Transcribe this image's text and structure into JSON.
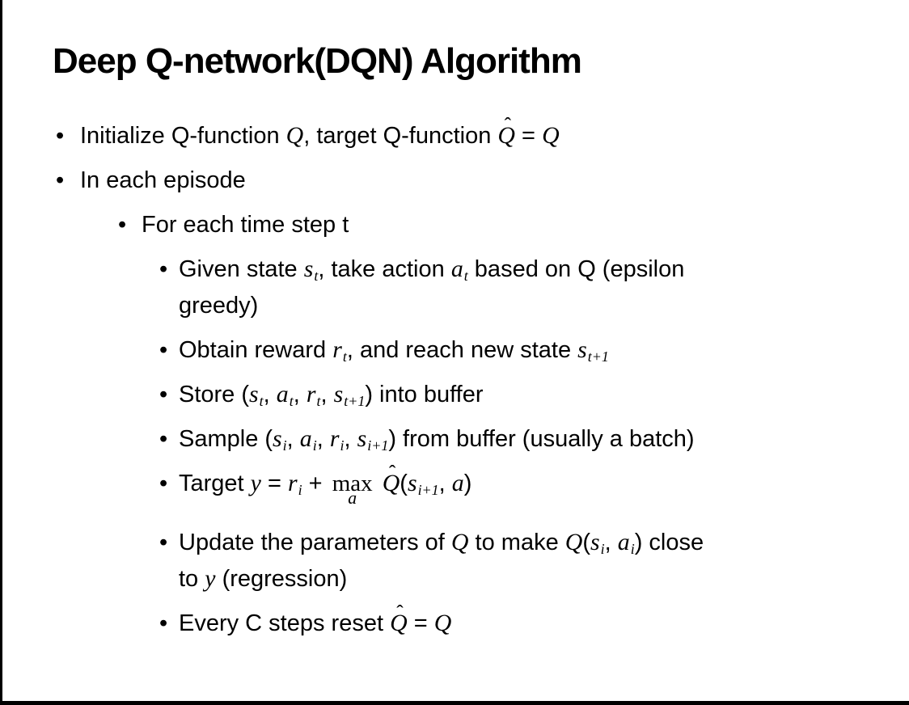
{
  "slide": {
    "title": "Deep Q-network(DQN) Algorithm",
    "bullet_glyph": "•",
    "colors": {
      "text": "#000000",
      "background": "#ffffff",
      "border": "#000000"
    },
    "bullets": [
      {
        "level": 1,
        "seg": [
          {
            "t": "txt",
            "v": "Initialize Q-function "
          },
          {
            "t": "var",
            "v": "Q"
          },
          {
            "t": "txt",
            "v": ", target Q-function "
          },
          {
            "t": "hat",
            "v": "Q"
          },
          {
            "t": "txt",
            "v": " = "
          },
          {
            "t": "var",
            "v": "Q"
          }
        ]
      },
      {
        "level": 1,
        "seg": [
          {
            "t": "txt",
            "v": "In each episode"
          }
        ]
      },
      {
        "level": 2,
        "seg": [
          {
            "t": "txt",
            "v": "For each time step t"
          }
        ]
      },
      {
        "level": 3,
        "seg": [
          {
            "t": "txt",
            "v": "Given state "
          },
          {
            "t": "vs",
            "v": "s",
            "s": "t"
          },
          {
            "t": "txt",
            "v": ", take action "
          },
          {
            "t": "vs",
            "v": "a",
            "s": "t"
          },
          {
            "t": "txt",
            "v": " based on Q (epsilon"
          },
          {
            "t": "br"
          },
          {
            "t": "txt",
            "v": "greedy)"
          }
        ]
      },
      {
        "level": 3,
        "seg": [
          {
            "t": "txt",
            "v": "Obtain reward "
          },
          {
            "t": "vs",
            "v": "r",
            "s": "t"
          },
          {
            "t": "txt",
            "v": ", and reach new state "
          },
          {
            "t": "vs",
            "v": "s",
            "s": "t+1"
          }
        ]
      },
      {
        "level": 3,
        "seg": [
          {
            "t": "txt",
            "v": "Store ("
          },
          {
            "t": "vs",
            "v": "s",
            "s": "t"
          },
          {
            "t": "txt",
            "v": ", "
          },
          {
            "t": "vs",
            "v": "a",
            "s": "t"
          },
          {
            "t": "txt",
            "v": ", "
          },
          {
            "t": "vs",
            "v": "r",
            "s": "t"
          },
          {
            "t": "txt",
            "v": ", "
          },
          {
            "t": "vs",
            "v": "s",
            "s": "t+1"
          },
          {
            "t": "txt",
            "v": ") into buffer"
          }
        ]
      },
      {
        "level": 3,
        "seg": [
          {
            "t": "txt",
            "v": "Sample ("
          },
          {
            "t": "vs",
            "v": "s",
            "s": "i"
          },
          {
            "t": "txt",
            "v": ", "
          },
          {
            "t": "vs",
            "v": "a",
            "s": "i"
          },
          {
            "t": "txt",
            "v": ", "
          },
          {
            "t": "vs",
            "v": "r",
            "s": "i"
          },
          {
            "t": "txt",
            "v": ", "
          },
          {
            "t": "vs",
            "v": "s",
            "s": "i+1"
          },
          {
            "t": "txt",
            "v": ") from buffer (usually a batch)"
          }
        ]
      },
      {
        "level": 3,
        "extra_gap": true,
        "seg": [
          {
            "t": "txt",
            "v": "Target "
          },
          {
            "t": "var",
            "v": "y"
          },
          {
            "t": "txt",
            "v": " = "
          },
          {
            "t": "vs",
            "v": "r",
            "s": "i"
          },
          {
            "t": "txt",
            "v": " + "
          },
          {
            "t": "max",
            "v": "max",
            "s": "a"
          },
          {
            "t": "txt",
            "v": " "
          },
          {
            "t": "hat",
            "v": "Q"
          },
          {
            "t": "txt",
            "v": "("
          },
          {
            "t": "vs",
            "v": "s",
            "s": "i+1"
          },
          {
            "t": "txt",
            "v": ", "
          },
          {
            "t": "var",
            "v": "a"
          },
          {
            "t": "txt",
            "v": ")"
          }
        ]
      },
      {
        "level": 3,
        "seg": [
          {
            "t": "txt",
            "v": "Update the parameters of "
          },
          {
            "t": "var",
            "v": "Q"
          },
          {
            "t": "txt",
            "v": " to make "
          },
          {
            "t": "var",
            "v": "Q"
          },
          {
            "t": "txt",
            "v": "("
          },
          {
            "t": "vs",
            "v": "s",
            "s": "i"
          },
          {
            "t": "txt",
            "v": ", "
          },
          {
            "t": "vs",
            "v": "a",
            "s": "i"
          },
          {
            "t": "txt",
            "v": ") close"
          },
          {
            "t": "br"
          },
          {
            "t": "txt",
            "v": "to "
          },
          {
            "t": "var",
            "v": "y"
          },
          {
            "t": "txt",
            "v": " (regression)"
          }
        ]
      },
      {
        "level": 3,
        "seg": [
          {
            "t": "txt",
            "v": "Every C steps reset "
          },
          {
            "t": "hat",
            "v": "Q"
          },
          {
            "t": "txt",
            "v": " = "
          },
          {
            "t": "var",
            "v": "Q"
          }
        ]
      }
    ]
  }
}
